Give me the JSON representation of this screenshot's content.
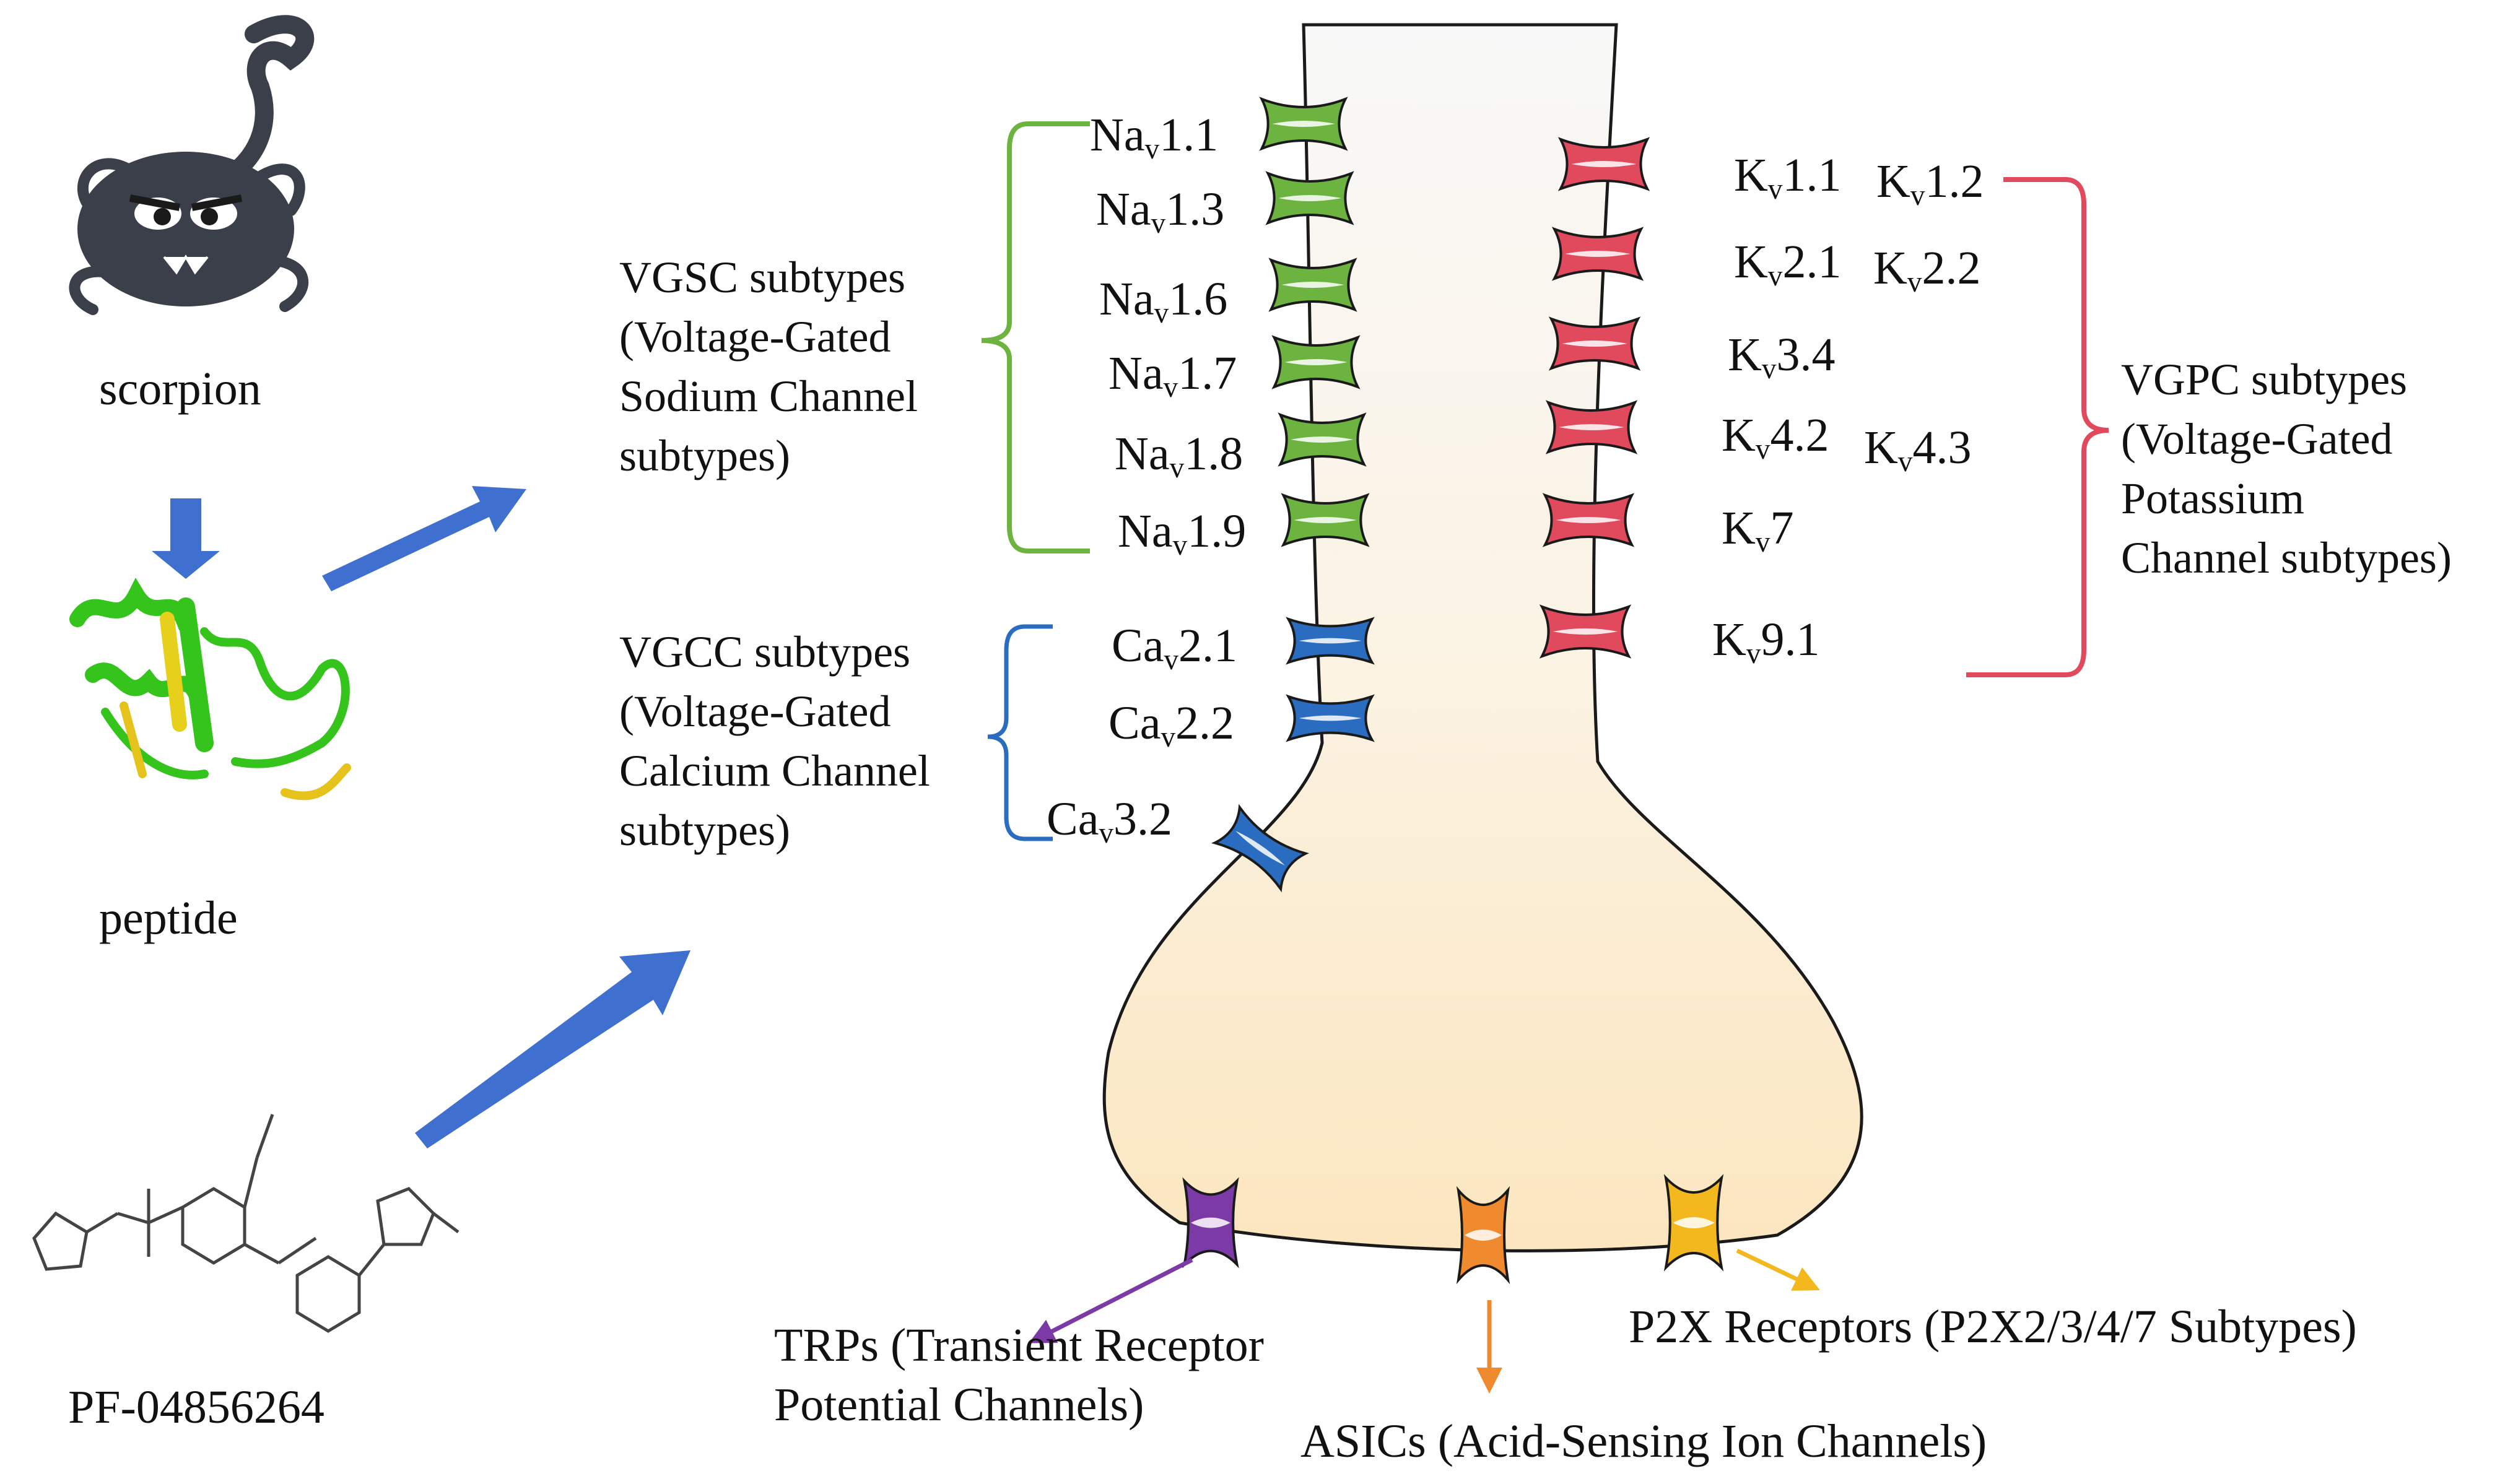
{
  "left_column": {
    "scorpion_label": "scorpion",
    "peptide_label": "peptide",
    "compound_label": "PF-04856264"
  },
  "vgsc": {
    "title_lines": [
      "VGSC subtypes",
      "(Voltage-Gated",
      "Sodium Channel",
      "subtypes)"
    ],
    "color": "#6db33f",
    "prefix": "Na",
    "subscript": "v",
    "numbers": [
      "1.1",
      "1.3",
      "1.6",
      "1.7",
      "1.8",
      "1.9"
    ]
  },
  "vgcc": {
    "title_lines": [
      "VGCC subtypes",
      "(Voltage-Gated",
      "Calcium Channel",
      "subtypes)"
    ],
    "color": "#2a6cc0",
    "prefix": "Ca",
    "subscript": "v",
    "numbers": [
      "2.1",
      "2.2",
      "3.2"
    ]
  },
  "vgpc": {
    "title_lines": [
      "VGPC subtypes",
      "(Voltage-Gated",
      "Potassium",
      "Channel subtypes)"
    ],
    "color": "#e04a5c",
    "prefix": "K",
    "subscript": "v",
    "rows": [
      [
        "1.1",
        "1.2"
      ],
      [
        "2.1",
        "2.2"
      ],
      [
        "3.4"
      ],
      [
        "4.2",
        "4.3"
      ],
      [
        "7"
      ],
      [
        "9.1"
      ]
    ]
  },
  "bottom_channels": {
    "trp_lines": [
      "TRPs (Transient Receptor",
      "Potential Channels)"
    ],
    "trp_color": "#7b3aa5",
    "asic_label": "ASICs (Acid-Sensing Ion Channels)",
    "asic_color": "#f08a2e",
    "p2x_label": "P2X Receptors (P2X2/3/4/7 Subtypes)",
    "p2x_color": "#f2b81e"
  },
  "arrow_color": "#3f6fcf"
}
